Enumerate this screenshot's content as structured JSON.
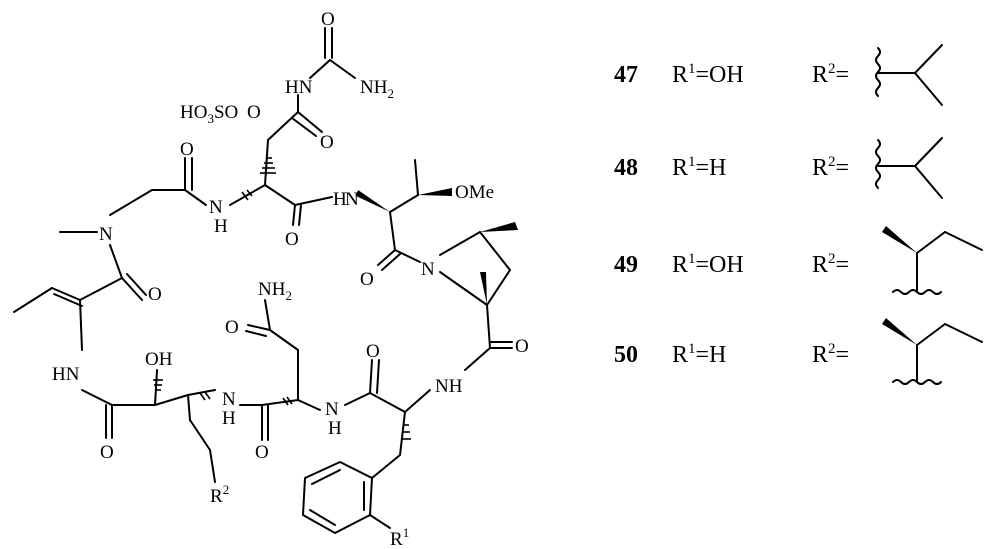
{
  "structure": {
    "atoms": {
      "urea_o": "O",
      "urea_nh": "HN",
      "urea_nh2": "NH",
      "urea_nh2_sub": "2",
      "hso3": "HO",
      "hso3_sub": "3",
      "hso3_tail": "SO",
      "o_sulf_ester": "O",
      "o_gly": "O",
      "o_asp": "O",
      "n_methyl": "N",
      "nh_left": "N",
      "nh_left_h": "H",
      "nh_thr": "H",
      "nh_thr_n": "N",
      "ome": "OMe",
      "o_thr_c": "O",
      "n_pro": "N",
      "o_mdha": "O",
      "nh2_asn": "NH",
      "nh2_asn_sub": "2",
      "o_asn_side": "O",
      "oh": "OH",
      "hn_left": "HN",
      "o_ahp": "O",
      "nh_asn": "N",
      "nh_asn_h": "H",
      "o_asn": "O",
      "nh_phe": "N",
      "nh_phe_h": "H",
      "o_phe": "O",
      "nh_pro_amide": "NH",
      "o_pro": "O",
      "r2": "R",
      "r2_sup": "2",
      "r1": "R",
      "r1_sup": "1"
    },
    "compounds": [
      {
        "number": "47",
        "r1": "R",
        "r1_sup": "1",
        "r1_val": "=OH",
        "r2": "R",
        "r2_sup": "2",
        "r2_eq": "=",
        "r2_group": "isopropyl"
      },
      {
        "number": "48",
        "r1": "R",
        "r1_sup": "1",
        "r1_val": "=H",
        "r2": "R",
        "r2_sup": "2",
        "r2_eq": "=",
        "r2_group": "isopropyl"
      },
      {
        "number": "49",
        "r1": "R",
        "r1_sup": "1",
        "r1_val": "=OH",
        "r2": "R",
        "r2_sup": "2",
        "r2_eq": "=",
        "r2_group": "sec-butyl"
      },
      {
        "number": "50",
        "r1": "R",
        "r1_sup": "1",
        "r1_val": "=H",
        "r2": "R",
        "r2_sup": "2",
        "r2_eq": "=",
        "r2_group": "sec-butyl"
      }
    ]
  }
}
